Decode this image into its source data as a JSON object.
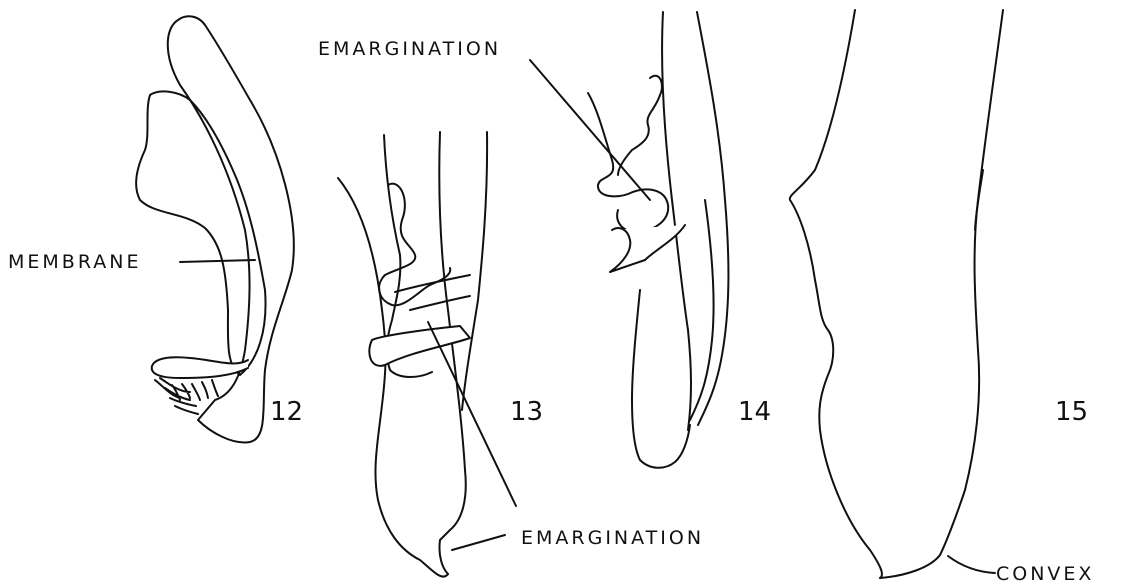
{
  "figure": {
    "labels": {
      "membrane": "MEMBRANE",
      "emargination_top": "EMARGINATION",
      "emargination_bottom": "EMARGINATION",
      "convex": "CONVEX"
    },
    "numbers": {
      "fig12": "12",
      "fig13": "13",
      "fig14": "14",
      "fig15": "15"
    },
    "colors": {
      "ink": "#111111",
      "background": "#ffffff"
    }
  }
}
